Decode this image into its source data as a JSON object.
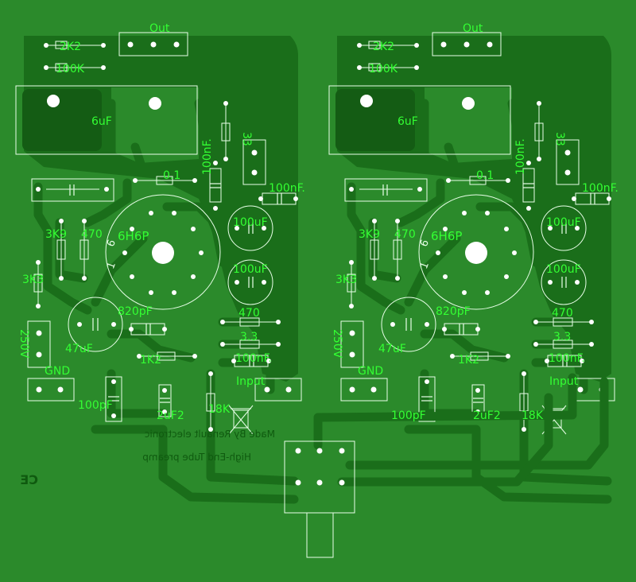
{
  "board": {
    "background": "#2b8a2b",
    "copper": "#1a6e1a",
    "silkscreen_outline": "#e8ffe8",
    "silkscreen_text": "#33ff33",
    "footer_text_color": "#0f5a0f",
    "footer": {
      "credit": "Made By Renault electronic",
      "title": "High-End Tube preamp",
      "ce_mark": "CE"
    }
  },
  "channel": {
    "labels": {
      "r_2k2": "2K2",
      "r_100k": "100K",
      "out": "Out",
      "c_6uf": "6uF",
      "r_33": "33",
      "c_100nf_v": "100nF.",
      "c_100nf_h": "100nF.",
      "c_01": "0.1",
      "c_100uf_1": "100uF",
      "c_100uf_2": "100uF",
      "tube": "6H6P",
      "pin_6": "6",
      "pin_1": "1",
      "r_3k9": "3K9",
      "r_470a": "470",
      "r_3k3": "3K3",
      "c_820pf": "820pF",
      "r_470b": "470",
      "r_33b": "3.3",
      "c_100nf_low": "100nF.",
      "v250": "250V",
      "c_47uf": "47uF",
      "gnd": "GND",
      "r_1k2": "1K2",
      "input": "Input",
      "c_100pf": "100pF",
      "c_2uf2": "2uF2",
      "r_18k": "18K"
    }
  }
}
